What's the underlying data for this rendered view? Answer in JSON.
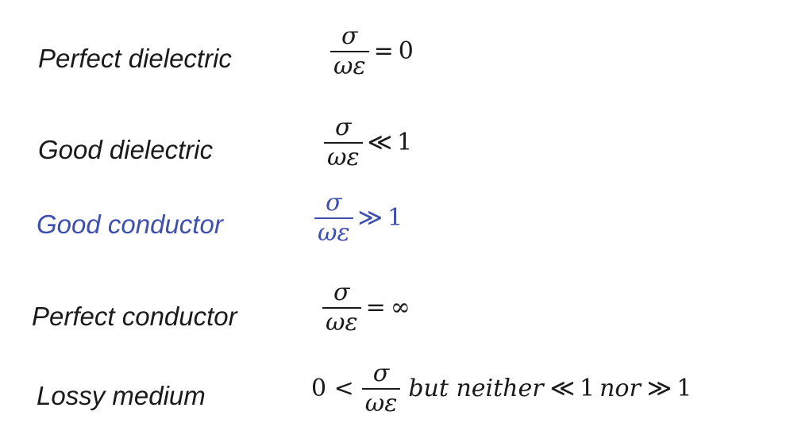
{
  "rows": [
    {
      "label": "Perfect dielectric",
      "numerator": "σ",
      "denominator": "ωε",
      "relation": "=",
      "value": "0"
    },
    {
      "label": "Good dielectric",
      "numerator": "σ",
      "denominator": "ωε",
      "relation": "≪",
      "value": "1"
    },
    {
      "label": "Good conductor",
      "numerator": "σ",
      "denominator": "ωε",
      "relation": "≫",
      "value": "1"
    },
    {
      "label": "Perfect conductor",
      "numerator": "σ",
      "denominator": "ωε",
      "relation": "=",
      "value": "∞"
    },
    {
      "label": "Lossy medium",
      "prefix": "0 <",
      "numerator": "σ",
      "denominator": "ωε",
      "word1": "but neither",
      "rel1": "≪",
      "val1": "1",
      "word2": "nor",
      "rel2": "≫",
      "val2": "1"
    }
  ],
  "colors": {
    "text": "#1a1a1a",
    "highlight": "#3f4fb0",
    "background": "#ffffff"
  }
}
